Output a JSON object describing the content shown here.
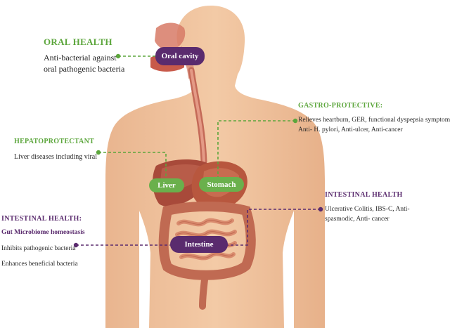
{
  "colors": {
    "skin": "#eec09a",
    "skin_shadow": "#d9a27c",
    "green": "#5ca63c",
    "organ_green": "#6ab04c",
    "purple": "#5a2b6e",
    "purple_dark": "#4a2260",
    "intestine": "#c96a4e",
    "liver": "#a84a3a"
  },
  "organs": {
    "oral": "Oral cavity",
    "liver": "Liver",
    "stomach": "Stomach",
    "intestine": "Intestine"
  },
  "oral_health": {
    "heading": "ORAL HEALTH",
    "line1": "Anti-bacterial against",
    "line2": "oral pathogenic bacteria"
  },
  "hepato": {
    "heading": "HEPATOPROTECTANT",
    "line1": "Liver diseases including viral"
  },
  "gastro": {
    "heading": "GASTRO-PROTECTIVE:",
    "line1": "Relieves heartburn, GER, functional dyspepsia symptoms,",
    "line2": "Anti- H. pylori, Anti-ulcer, Anti-cancer"
  },
  "intestinal_right": {
    "heading": "INTESTINAL HEALTH",
    "line1": "Ulcerative Colitis, IBS-C, Anti-",
    "line2": "spasmodic, Anti- cancer"
  },
  "intestinal_left": {
    "heading": "INTESTINAL HEALTH:",
    "subheading": "Gut Microbiome homeostasis",
    "line1": "Inhibits pathogenic bacteria",
    "line2": "Enhances beneficial bacteria"
  }
}
